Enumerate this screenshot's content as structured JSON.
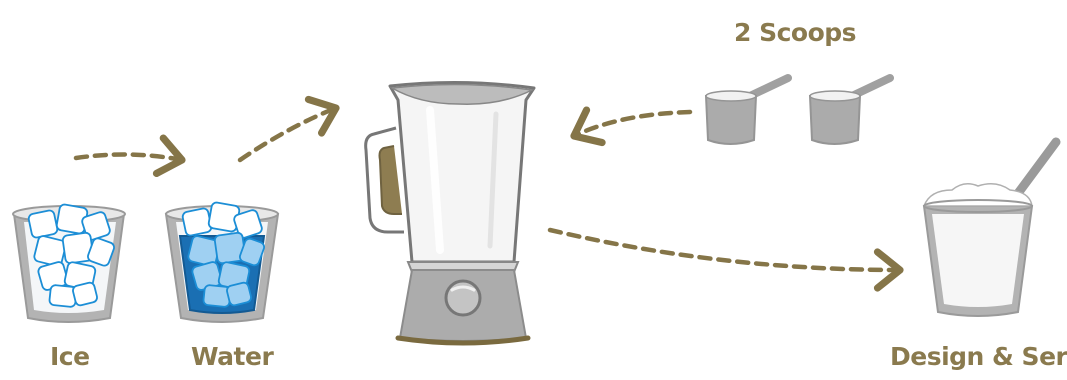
{
  "labels": {
    "ice": "Ice",
    "water": "Water",
    "scoops": "2 Scoops",
    "serve": "Design & Serve"
  },
  "colors": {
    "label": "#8a7a4e",
    "arrow": "#857548",
    "cup_gray": "#a9a9a9",
    "ice_outline": "#1c8ed6",
    "water_blue": "#1a6fb3",
    "blender_base": "#acacac",
    "scoop_gray": "#ababab"
  }
}
